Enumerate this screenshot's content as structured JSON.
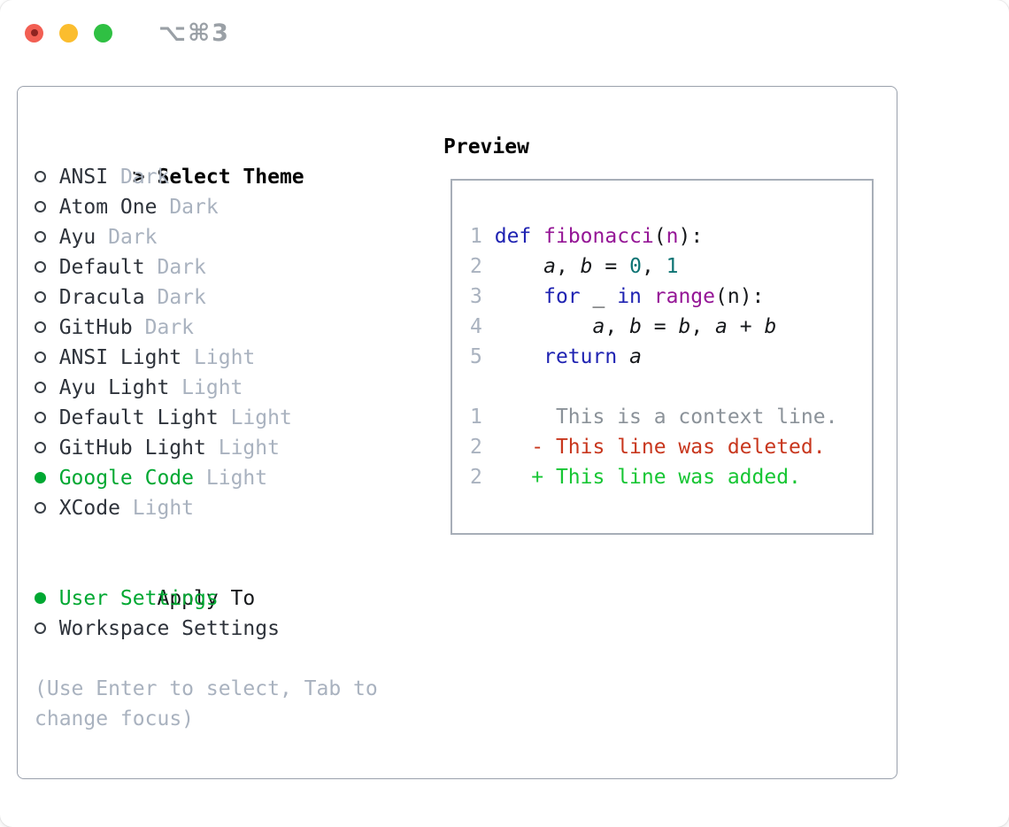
{
  "window": {
    "title": "⌥⌘3"
  },
  "traffic_lights": [
    "close",
    "minimize",
    "zoom"
  ],
  "theme_panel": {
    "title": "Select Theme",
    "caret": ">",
    "items": [
      {
        "name": "ANSI",
        "tag": "Dark",
        "selected": false
      },
      {
        "name": "Atom One",
        "tag": "Dark",
        "selected": false
      },
      {
        "name": "Ayu",
        "tag": "Dark",
        "selected": false
      },
      {
        "name": "Default",
        "tag": "Dark",
        "selected": false
      },
      {
        "name": "Dracula",
        "tag": "Dark",
        "selected": false
      },
      {
        "name": "GitHub",
        "tag": "Dark",
        "selected": false
      },
      {
        "name": "ANSI Light",
        "tag": "Light",
        "selected": false
      },
      {
        "name": "Ayu Light",
        "tag": "Light",
        "selected": false
      },
      {
        "name": "Default Light",
        "tag": "Light",
        "selected": false
      },
      {
        "name": "GitHub Light",
        "tag": "Light",
        "selected": false
      },
      {
        "name": "Google Code",
        "tag": "Light",
        "selected": true
      },
      {
        "name": "XCode",
        "tag": "Light",
        "selected": false
      }
    ]
  },
  "apply_panel": {
    "title": "Apply To",
    "options": [
      {
        "label": "User Settings",
        "selected": true
      },
      {
        "label": "Workspace Settings",
        "selected": false
      }
    ]
  },
  "help": {
    "line1": "(Use Enter to select, Tab to",
    "line2": "change focus)"
  },
  "preview": {
    "title": "Preview",
    "lines": [
      {
        "num": "1",
        "tokens": [
          {
            "x": "def",
            "c": "kw"
          },
          {
            "x": " ",
            "c": "pl"
          },
          {
            "x": "fibonacci",
            "c": "fn"
          },
          {
            "x": "(",
            "c": "pl"
          },
          {
            "x": "n",
            "c": "fn"
          },
          {
            "x": "):",
            "c": "pl"
          }
        ]
      },
      {
        "num": "2",
        "tokens": [
          {
            "x": "    ",
            "c": "pl"
          },
          {
            "x": "a",
            "c": "var"
          },
          {
            "x": ", ",
            "c": "pl"
          },
          {
            "x": "b",
            "c": "var"
          },
          {
            "x": " = ",
            "c": "pl"
          },
          {
            "x": "0",
            "c": "num"
          },
          {
            "x": ", ",
            "c": "pl"
          },
          {
            "x": "1",
            "c": "num"
          }
        ]
      },
      {
        "num": "3",
        "tokens": [
          {
            "x": "    ",
            "c": "pl"
          },
          {
            "x": "for",
            "c": "kw"
          },
          {
            "x": " _ ",
            "c": "pl"
          },
          {
            "x": "in",
            "c": "kw"
          },
          {
            "x": " ",
            "c": "pl"
          },
          {
            "x": "range",
            "c": "fn"
          },
          {
            "x": "(n):",
            "c": "pl"
          }
        ]
      },
      {
        "num": "4",
        "tokens": [
          {
            "x": "        ",
            "c": "pl"
          },
          {
            "x": "a",
            "c": "var"
          },
          {
            "x": ", ",
            "c": "pl"
          },
          {
            "x": "b",
            "c": "var"
          },
          {
            "x": " = ",
            "c": "pl"
          },
          {
            "x": "b",
            "c": "var"
          },
          {
            "x": ", ",
            "c": "pl"
          },
          {
            "x": "a",
            "c": "var"
          },
          {
            "x": " + ",
            "c": "pl"
          },
          {
            "x": "b",
            "c": "var"
          }
        ]
      },
      {
        "num": "5",
        "tokens": [
          {
            "x": "    ",
            "c": "pl"
          },
          {
            "x": "return",
            "c": "kw"
          },
          {
            "x": " ",
            "c": "pl"
          },
          {
            "x": "a",
            "c": "var"
          }
        ]
      },
      {
        "num": "",
        "tokens": []
      },
      {
        "num": "1",
        "tokens": [
          {
            "x": "     This is a context line.",
            "c": "ctx"
          }
        ]
      },
      {
        "num": "2",
        "tokens": [
          {
            "x": "   ",
            "c": "pl"
          },
          {
            "x": "- This line was deleted.",
            "c": "del"
          }
        ]
      },
      {
        "num": "2",
        "tokens": [
          {
            "x": "   ",
            "c": "pl"
          },
          {
            "x": "+ This line was added.",
            "c": "add"
          }
        ]
      }
    ]
  },
  "colors": {
    "selected_green": "#00a832",
    "diff_added": "#17c634",
    "diff_deleted": "#c8371e",
    "diff_context": "#8b9299",
    "keyword_blue": "#1f23b2",
    "function_purple": "#951696",
    "number_teal": "#0e7474",
    "muted_gray": "#a9b2bf",
    "border_gray": "#9aa1ac",
    "traffic_red": "#f25f53",
    "traffic_yellow": "#fbbd2e",
    "traffic_green": "#2fc043"
  }
}
